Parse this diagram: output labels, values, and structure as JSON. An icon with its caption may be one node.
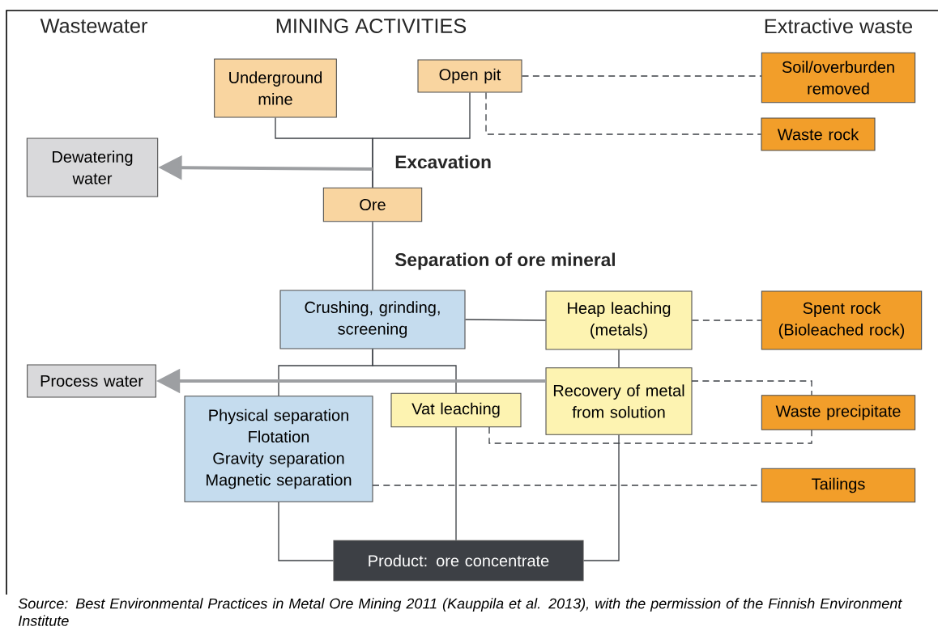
{
  "diagram": {
    "caption": "Source: Best Environmental Practices in Metal Ore Mining 2011 (Kauppila et al. 2013), with the permission of the Finnish Environment Institute",
    "nodes": [
      {
        "text": [
          "Underground mine"
        ]
      },
      {
        "text": [
          "Open pit"
        ]
      },
      {
        "text": [
          "Soil/overburden removed"
        ]
      },
      {
        "text": [
          "Waste rock"
        ]
      },
      {
        "text": [
          "Dewatering water"
        ]
      },
      {
        "text": [
          "Ore"
        ]
      },
      {
        "text": [
          "Crushing, grinding, screening"
        ]
      },
      {
        "text": [
          "Heap leaching (metals)"
        ]
      },
      {
        "text": [
          "Spent rock (Bioleached rock)"
        ]
      },
      {
        "text": [
          "Process water"
        ]
      },
      {
        "text": [
          "Recovery of metal from solution"
        ]
      },
      {
        "text": [
          "Physical separation",
          "Flotation",
          "Gravity separation",
          "Magnetic separation"
        ]
      },
      {
        "text": [
          "Vat leaching"
        ]
      },
      {
        "text": [
          "Waste precipitate"
        ]
      },
      {
        "text": [
          "Tailings"
        ]
      },
      {
        "text": [
          "Product: ore concentrate"
        ]
      }
    ],
    "edges": [
      {
        "from": 0,
        "to": 5,
        "arrow": "none"
      },
      {
        "from": 1,
        "to": 5,
        "arrow": "none"
      },
      {
        "from": 1,
        "to": 2,
        "arrow": "none",
        "style": "dashed"
      },
      {
        "from": 1,
        "to": 3,
        "arrow": "none",
        "style": "dashed"
      },
      {
        "from": null,
        "to": 4,
        "arrow": "to",
        "style": "thick",
        "color": "#9d9fa2"
      },
      {
        "from": 5,
        "to": 6,
        "arrow": "none"
      },
      {
        "from": 6,
        "to": 7,
        "arrow": "none"
      },
      {
        "from": 7,
        "to": 8,
        "arrow": "none",
        "style": "dashed"
      },
      {
        "from": 7,
        "to": 10,
        "arrow": "none"
      },
      {
        "from": 6,
        "to": 11,
        "arrow": "none"
      },
      {
        "from": 6,
        "to": 12,
        "arrow": "none"
      },
      {
        "from": 10,
        "to": 9,
        "arrow": "to",
        "style": "thick",
        "color": "#9d9fa2"
      },
      {
        "from": 10,
        "to": 13,
        "arrow": "none",
        "style": "dashed"
      },
      {
        "from": 12,
        "to": 13,
        "arrow": "none",
        "style": "dashed"
      },
      {
        "from": 11,
        "to": 14,
        "arrow": "none",
        "style": "dashed"
      },
      {
        "from": 11,
        "to": 15,
        "arrow": "none"
      },
      {
        "from": 12,
        "to": 15,
        "arrow": "none"
      },
      {
        "from": 10,
        "to": 15,
        "arrow": "none"
      }
    ],
    "labels": [
      "Wastewater",
      "MINING ACTIVITIES",
      "Extractive waste",
      "Excavation",
      "Separation of ore mineral"
    ]
  }
}
